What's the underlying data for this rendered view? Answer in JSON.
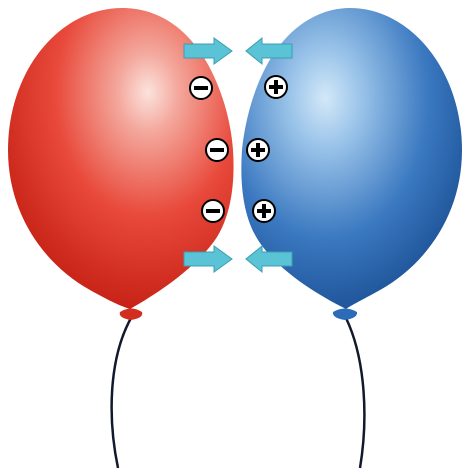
{
  "balloons": [
    {
      "name": "red-balloon",
      "color": "#e53a2c",
      "highlight": "#f8d6cf",
      "shadow": "#c42318"
    },
    {
      "name": "blue-balloon",
      "color": "#2f6db5",
      "highlight": "#c9e2f7",
      "shadow": "#1c4f93"
    }
  ],
  "colors": {
    "arrow": "#5bc3d6",
    "arrow_stroke": "#3a9fb3",
    "string": "#111a2c",
    "charge_fill": "#ffffff",
    "charge_stroke": "#000000"
  },
  "charges": {
    "red_balloon": [
      "negative",
      "negative",
      "negative"
    ],
    "blue_balloon": [
      "positive",
      "positive",
      "positive"
    ]
  },
  "arrows": {
    "red_balloon": [
      "arrow-right-icon",
      "arrow-right-icon"
    ],
    "blue_balloon": [
      "arrow-left-icon",
      "arrow-left-icon"
    ]
  }
}
